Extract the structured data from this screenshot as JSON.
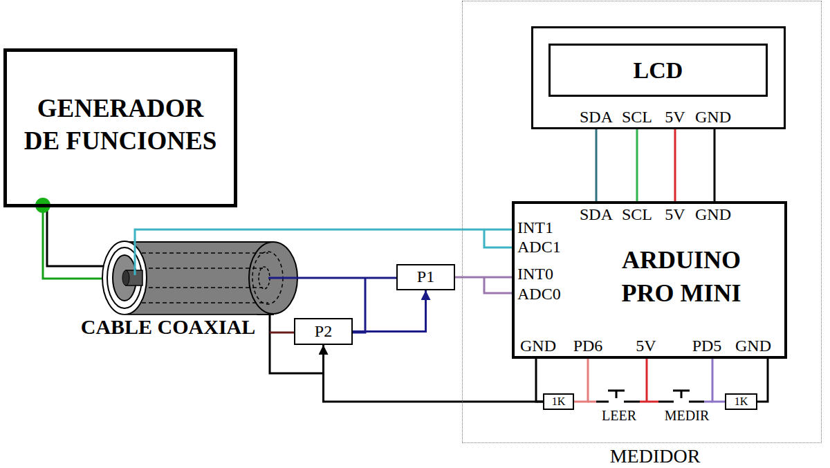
{
  "diagram": {
    "nodes": [
      {
        "text": [
          "GENERADOR DE FUNCIONES"
        ]
      },
      {
        "text": [
          "MEDIDOR"
        ]
      },
      {
        "text": [
          "SDA",
          "SCL",
          "5V",
          "GND"
        ],
        "in": 1
      },
      {
        "text": [
          "LCD"
        ],
        "in": 2
      },
      {
        "text": [
          "ARDUINO PRO MINI",
          "SDA",
          "SCL",
          "5V",
          "GND",
          "INT1",
          "ADC1",
          "INT0",
          "ADC0",
          "GND",
          "PD6",
          "5V",
          "PD5",
          "GND"
        ],
        "in": 1
      },
      {
        "text": [
          "1K"
        ],
        "in": 1
      },
      {
        "text": [
          "1K"
        ],
        "in": 1
      },
      {
        "text": [
          "P1"
        ]
      },
      {
        "text": [
          "P2"
        ]
      }
    ],
    "edges": [
      {
        "from": 2,
        "to": 4,
        "arrow": "none"
      },
      {
        "from": 2,
        "to": 4,
        "arrow": "none"
      },
      {
        "from": 2,
        "to": 4,
        "arrow": "none"
      },
      {
        "from": 2,
        "to": 4,
        "arrow": "none"
      },
      {
        "from": 8,
        "to": 7,
        "arrow": "to"
      },
      {
        "from": 7,
        "to": 4,
        "arrow": "none"
      },
      {
        "from": 4,
        "to": 5,
        "arrow": "none"
      },
      {
        "from": 4,
        "to": 5,
        "arrow": "none"
      },
      {
        "from": 4,
        "to": 6,
        "arrow": "none"
      },
      {
        "from": 4,
        "to": 6,
        "arrow": "none"
      },
      {
        "from": 5,
        "to": 8,
        "arrow": "to"
      }
    ],
    "labels": [
      "CABLE COAXIAL",
      "LEER",
      "MEDIR"
    ]
  }
}
